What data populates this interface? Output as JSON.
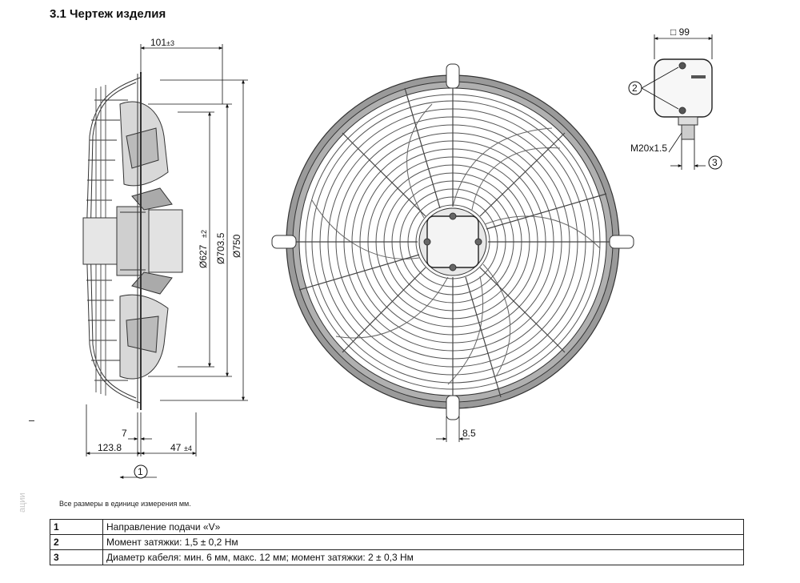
{
  "section_title": "3.1 Чертеж изделия",
  "dimensions": {
    "depth_top": "101",
    "depth_top_tol": "±3",
    "dia_inner": "Ø627",
    "dia_inner_tol": "±2",
    "dia_mid": "Ø703.5",
    "dia_outer": "Ø750",
    "offset_7": "7",
    "width_123": "123.8",
    "width_47": "47",
    "width_47_tol": "±4",
    "bracket_8_5": "8.5",
    "box_99": "□ 99",
    "cable_gland": "M20x1.5"
  },
  "callouts": {
    "c1": "1",
    "c2": "2",
    "c3": "3"
  },
  "units_note": "Все размеры в единице измерения мм.",
  "side_text": "ации",
  "legend": [
    {
      "num": "1",
      "text": "Направление подачи «V»"
    },
    {
      "num": "2",
      "text": "Момент затяжки: 1,5 ± 0,2 Нм"
    },
    {
      "num": "3",
      "text": "Диаметр кабеля: мин. 6 мм, макс. 12 мм; момент затяжки: 2 ± 0,3 Нм"
    }
  ],
  "colors": {
    "line": "#333333",
    "panel": "#9a9a9a"
  }
}
